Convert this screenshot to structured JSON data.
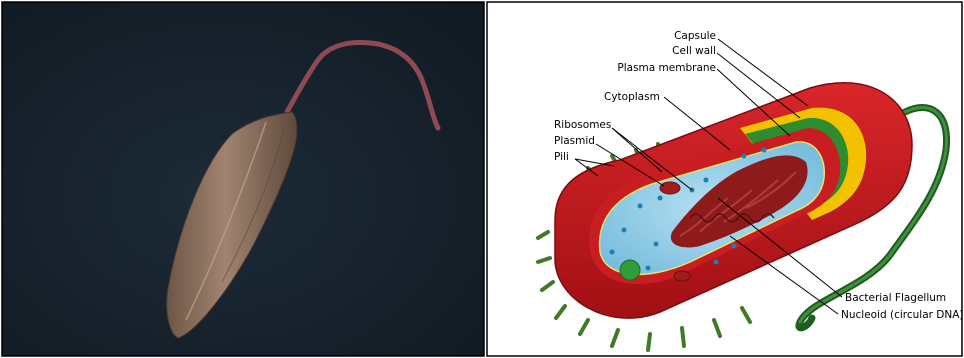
{
  "panels": {
    "left": {
      "icon": "sem-micrograph-flagellated-cell"
    },
    "right": {
      "icon": "prokaryotic-cell-diagram"
    }
  },
  "labels": {
    "capsule": "Capsule",
    "cell_wall": "Cell wall",
    "plasma_membrane": "Plasma membrane",
    "cytoplasm": "Cytoplasm",
    "ribosomes": "Ribosomes",
    "plasmid": "Plasmid",
    "pili": "Pili",
    "bacterial_flagellum": "Bacterial Flagellum",
    "nucleoid": "Nucleoid (circular DNA)"
  },
  "colors": {
    "micrograph_background": "#15202b",
    "cell_body": "#8a6e5b",
    "flagellum_sem": "#8c4a52",
    "capsule": "#c2171b",
    "cell_wall": "#f2c200",
    "plasma_membrane": "#2e8b2e",
    "cytoplasm": "#8ccbe6",
    "nucleoid": "#8e1b1b",
    "pili": "#3f7a2a",
    "flagellum_diagram": "#1f5c1f"
  }
}
